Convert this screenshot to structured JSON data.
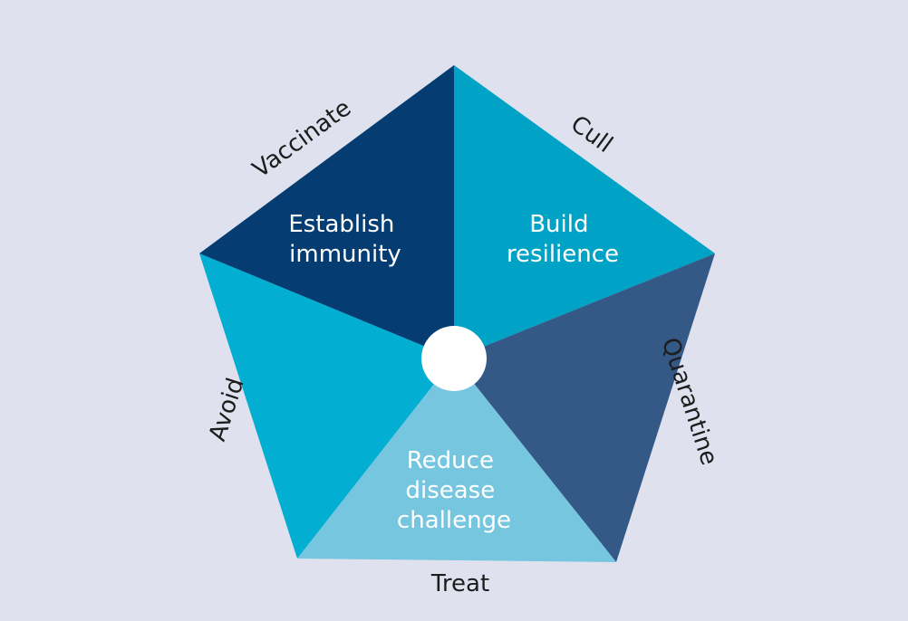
{
  "colors": {
    "background": "#dfe2ee",
    "center_hub": "#ffffff",
    "edge_text": "#1c1c1c",
    "wedge_text": "#ffffff"
  },
  "wedges": [
    {
      "id": "establish-immunity",
      "lines": [
        "Establish",
        "immunity"
      ],
      "color": "#053d72"
    },
    {
      "id": "build-resilience",
      "lines": [
        "Build",
        "resilience"
      ],
      "color": "#00a2c6"
    },
    {
      "id": "quarantine-area",
      "lines": [],
      "color": "#345987"
    },
    {
      "id": "reduce-disease-challenge",
      "lines": [
        "Reduce",
        "disease",
        "challenge"
      ],
      "color": "#76c6df"
    },
    {
      "id": "avoid-area",
      "lines": [],
      "color": "#02aed2"
    }
  ],
  "edges": {
    "vaccinate": "Vaccinate",
    "cull": "Cull",
    "quarantine": "Quarantine",
    "treat": "Treat",
    "avoid": "Avoid"
  }
}
